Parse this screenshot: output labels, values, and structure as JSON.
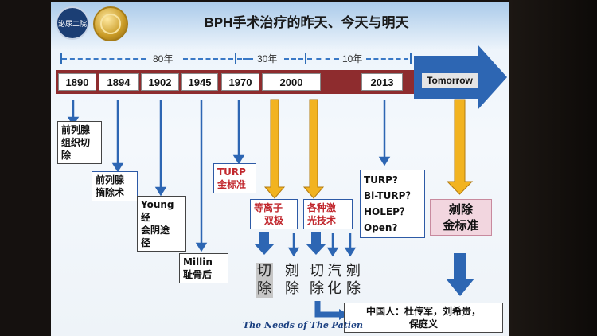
{
  "title": "BPH手术治疗的昨天、今天与明天",
  "logo1_text": "泌尿二院",
  "spans": [
    "80年",
    "30年",
    "10年"
  ],
  "years": [
    "1890",
    "1894",
    "1902",
    "1945",
    "1970",
    "2000",
    "2013"
  ],
  "tomorrow": "Tomorrow",
  "boxes": {
    "b1890": [
      "前列腺",
      "组织切",
      "除"
    ],
    "b1894": [
      "前列腺",
      "摘除术"
    ],
    "b1902": [
      "Young经",
      "会阴途",
      "径"
    ],
    "b1945": [
      "Millin",
      "耻骨后"
    ],
    "b1970": [
      "TURP",
      "金标准"
    ],
    "plasma": [
      "等离子",
      "双极"
    ],
    "laser": [
      "各种激",
      "光技术"
    ],
    "b2013": [
      "TURP?",
      "Bi-TURP？",
      "HOLEP？",
      "Open?"
    ],
    "tomorrow": [
      "剜除",
      "金标准"
    ],
    "chinese": [
      "中国人：杜传军，刘希贵，",
      "保庭义"
    ]
  },
  "techniques": {
    "t1": [
      "切",
      "除"
    ],
    "t2": [
      "剜",
      "除"
    ],
    "t3": [
      "切",
      "除"
    ],
    "t4": [
      "汽",
      "化"
    ],
    "t5": [
      "剜",
      "除"
    ]
  },
  "bottom_caption": "The Needs of The Patien",
  "colors": {
    "timeline_bar": "#8e2c2e",
    "blue_arrow": "#2d66b3",
    "gold_arrow": "#f2b320",
    "navy": "#1d3f72"
  }
}
